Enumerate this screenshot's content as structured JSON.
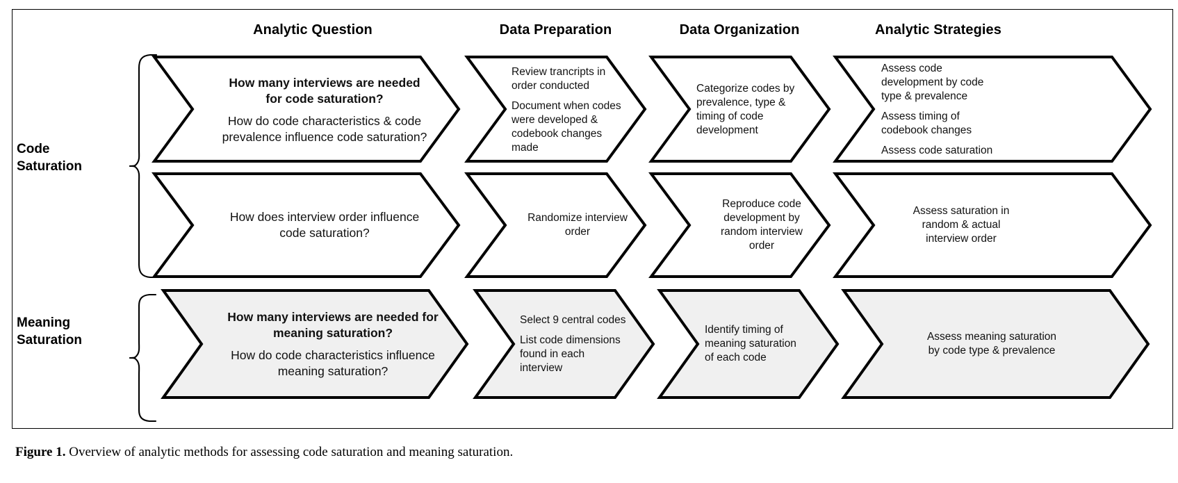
{
  "figure": {
    "caption_label": "Figure 1.",
    "caption_text": "Overview of analytic methods for assessing code saturation and meaning saturation.",
    "accent_color": "#000000",
    "shaded_row_fill": "#f0f0f0",
    "plain_row_fill": "#ffffff"
  },
  "columns": [
    {
      "id": "analytic-question",
      "label": "Analytic Question"
    },
    {
      "id": "data-preparation",
      "label": "Data Preparation"
    },
    {
      "id": "data-organization",
      "label": "Data Organization"
    },
    {
      "id": "analytic-strategies",
      "label": "Analytic Strategies"
    }
  ],
  "groups": [
    {
      "id": "code-saturation",
      "label_line1": "Code",
      "label_line2": "Saturation"
    },
    {
      "id": "meaning-saturation",
      "label_line1": "Meaning",
      "label_line2": "Saturation"
    }
  ],
  "rows": [
    {
      "id": "code-saturation-primary",
      "group": "code-saturation",
      "shaded": false,
      "cells": {
        "analytic_question": {
          "bold_lines": [
            "How many interviews are needed",
            "for code saturation?"
          ],
          "regular_lines": [
            "How do code characteristics & code",
            "prevalence influence code saturation?"
          ]
        },
        "data_preparation": {
          "items": [
            [
              "Review  trancripts in",
              "order conducted"
            ],
            [
              "Document when codes",
              "were developed &",
              "codebook changes",
              "made"
            ]
          ]
        },
        "data_organization": {
          "items": [
            [
              "Categorize codes by",
              "prevalence, type &",
              "timing of code",
              "development"
            ]
          ]
        },
        "analytic_strategies": {
          "items": [
            [
              "Assess code",
              "development by code",
              "type & prevalence"
            ],
            [
              "Assess timing of",
              "codebook changes"
            ],
            [
              "Assess code saturation"
            ]
          ]
        }
      }
    },
    {
      "id": "code-saturation-secondary",
      "group": "code-saturation",
      "shaded": false,
      "cells": {
        "analytic_question": {
          "bold_lines": [],
          "regular_lines": [
            "How does interview order influence",
            "code saturation?"
          ]
        },
        "data_preparation": {
          "items": [
            [
              "Randomize interview",
              "order"
            ]
          ]
        },
        "data_organization": {
          "items": [
            [
              "Reproduce code",
              "development by",
              "random interview",
              "order"
            ]
          ]
        },
        "analytic_strategies": {
          "items": [
            [
              "Assess saturation in",
              "random & actual",
              "interview order"
            ]
          ]
        }
      }
    },
    {
      "id": "meaning-saturation-primary",
      "group": "meaning-saturation",
      "shaded": true,
      "cells": {
        "analytic_question": {
          "bold_lines": [
            "How many interviews are needed for",
            "meaning saturation?"
          ],
          "regular_lines": [
            "How do code characteristics influence",
            "meaning saturation?"
          ]
        },
        "data_preparation": {
          "items": [
            [
              "Select 9 central codes"
            ],
            [
              "List code dimensions",
              "found in each",
              "interview"
            ]
          ]
        },
        "data_organization": {
          "items": [
            [
              "Identify timing of",
              "meaning saturation",
              "of each code"
            ]
          ]
        },
        "analytic_strategies": {
          "items": [
            [
              "Assess meaning saturation",
              "by code type & prevalence"
            ]
          ]
        }
      }
    }
  ]
}
